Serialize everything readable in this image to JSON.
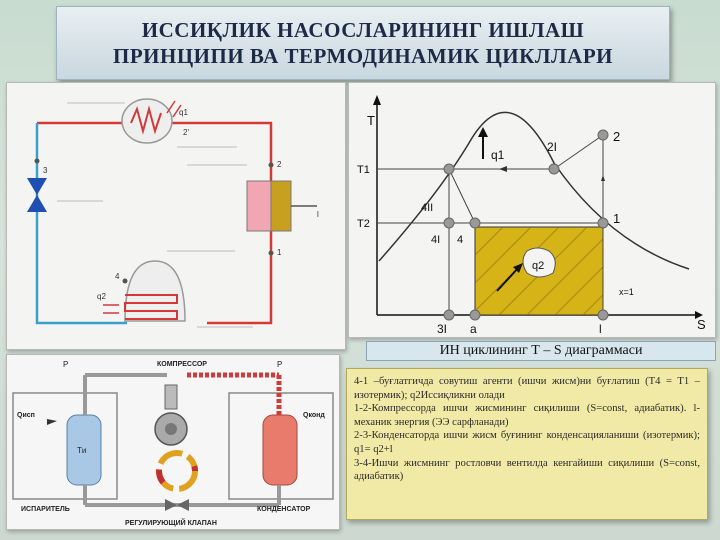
{
  "title": {
    "line1": "ИССИҚЛИК НАСОСЛАРИНИНГ ИШЛАШ",
    "line2": "ПРИНЦИПИ ВА ТЕРМОДИНАМИК ЦИКЛЛАРИ"
  },
  "scheme": {
    "label_q1": "q1",
    "label_2prime": "2'",
    "label_3": "3",
    "label_2": "2",
    "label_1": "1",
    "label_4": "4",
    "label_l": "l",
    "label_q2": "q2"
  },
  "ts_diagram": {
    "axis_T": "T",
    "axis_S": "S",
    "T1": "T1",
    "T2": "T2",
    "p4II": "4II",
    "p4I": "4I",
    "p4": "4",
    "p2I": "2I",
    "p2": "2",
    "p1": "1",
    "q1": "q1",
    "q2": "q2",
    "x1": "x=1",
    "tick_3I": "3I",
    "tick_a": "a",
    "tick_l": "l",
    "fill_color": "#d6b417"
  },
  "caption": "ИН циклининг Т – S диаграммаси",
  "machine": {
    "compressor": "КОМПРЕССОР",
    "evaporator": "ИСПАРИТЕЛЬ",
    "condenser": "КОНДЕНСАТОР",
    "valve": "РЕГУЛИРУЮЩИЙ КЛАПАН",
    "q_evap": "Qисп",
    "q_cond": "Qконд",
    "t_evap": "Tи",
    "p_left": "P",
    "p_right": "P"
  },
  "description": [
    "4-1 –буғлатгичда совутиш агенти (ишчи жисм)ни буғлатиш (T4 = T1 – изотермик); q2Иссиқликни олади",
    "1-2-Компрессорда ишчи жисмининг сиқилиши (S=const, адиабатик). l-механик энергия (ЭЭ сарфланади)",
    "2-3-Конденсаторда ишчи жисм буғининг конденсацияланиши (изотермик); q1= q2+l",
    "3-4-Ишчи жисмнинг ростловчи вентилда кенгайиши сиқилиши (S=const, адиабатик)"
  ]
}
